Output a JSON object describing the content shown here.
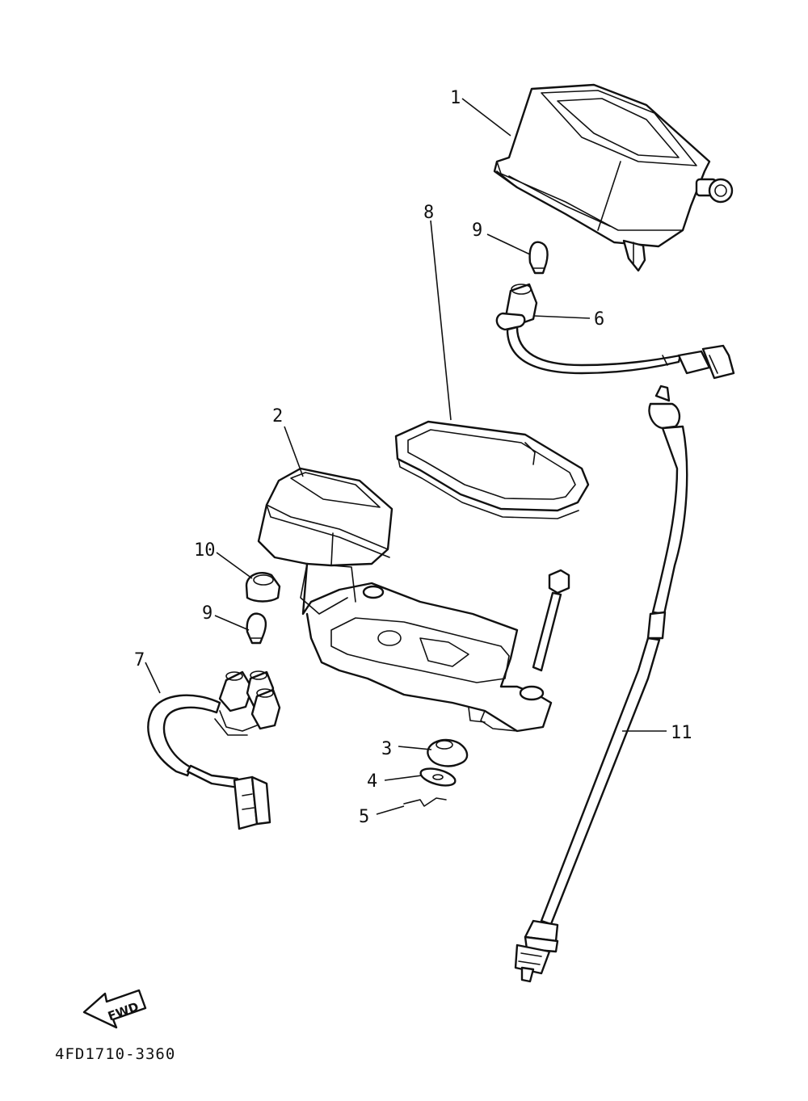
{
  "callouts": {
    "c1": "1",
    "c2": "2",
    "c3": "3",
    "c4": "4",
    "c5": "5",
    "c6": "6",
    "c7": "7",
    "c8": "8",
    "c9a": "9",
    "c9b": "9",
    "c10": "10",
    "c11": "11"
  },
  "direction_indicator": "FWD",
  "drawing_code": "4FD1710-3360",
  "colors": {
    "ink": "#111111",
    "paper": "#ffffff"
  }
}
